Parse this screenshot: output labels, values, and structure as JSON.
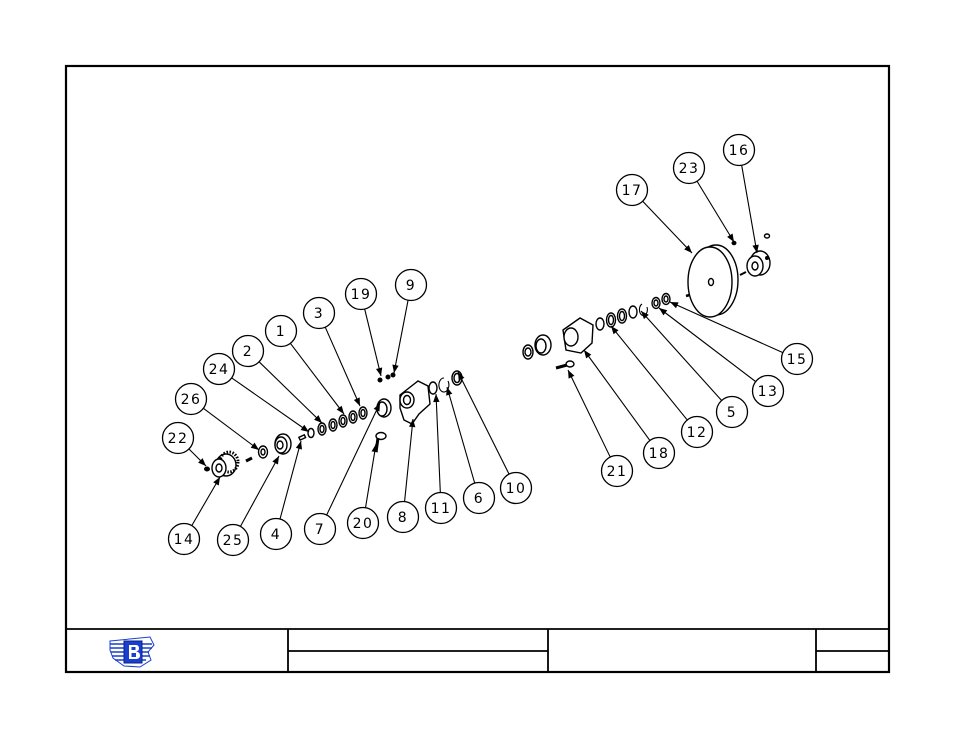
{
  "callouts": [
    {
      "id": "c1",
      "label": "1"
    },
    {
      "id": "c2",
      "label": "2"
    },
    {
      "id": "c3",
      "label": "3"
    },
    {
      "id": "c4",
      "label": "4"
    },
    {
      "id": "c5",
      "label": "5"
    },
    {
      "id": "c6",
      "label": "6"
    },
    {
      "id": "c7",
      "label": "7"
    },
    {
      "id": "c8",
      "label": "8"
    },
    {
      "id": "c9",
      "label": "9"
    },
    {
      "id": "c10",
      "label": "10"
    },
    {
      "id": "c11",
      "label": "11"
    },
    {
      "id": "c12",
      "label": "12"
    },
    {
      "id": "c13",
      "label": "13"
    },
    {
      "id": "c14",
      "label": "14"
    },
    {
      "id": "c15",
      "label": "15"
    },
    {
      "id": "c16",
      "label": "16"
    },
    {
      "id": "c17",
      "label": "17"
    },
    {
      "id": "c18",
      "label": "18"
    },
    {
      "id": "c19",
      "label": "19"
    },
    {
      "id": "c20",
      "label": "20"
    },
    {
      "id": "c21",
      "label": "21"
    },
    {
      "id": "c22",
      "label": "22"
    },
    {
      "id": "c23",
      "label": "23"
    },
    {
      "id": "c24",
      "label": "24"
    },
    {
      "id": "c25",
      "label": "25"
    },
    {
      "id": "c26",
      "label": "26"
    }
  ],
  "colors": {
    "logo_blue": "#1a3fcf",
    "ink": "#000000"
  }
}
